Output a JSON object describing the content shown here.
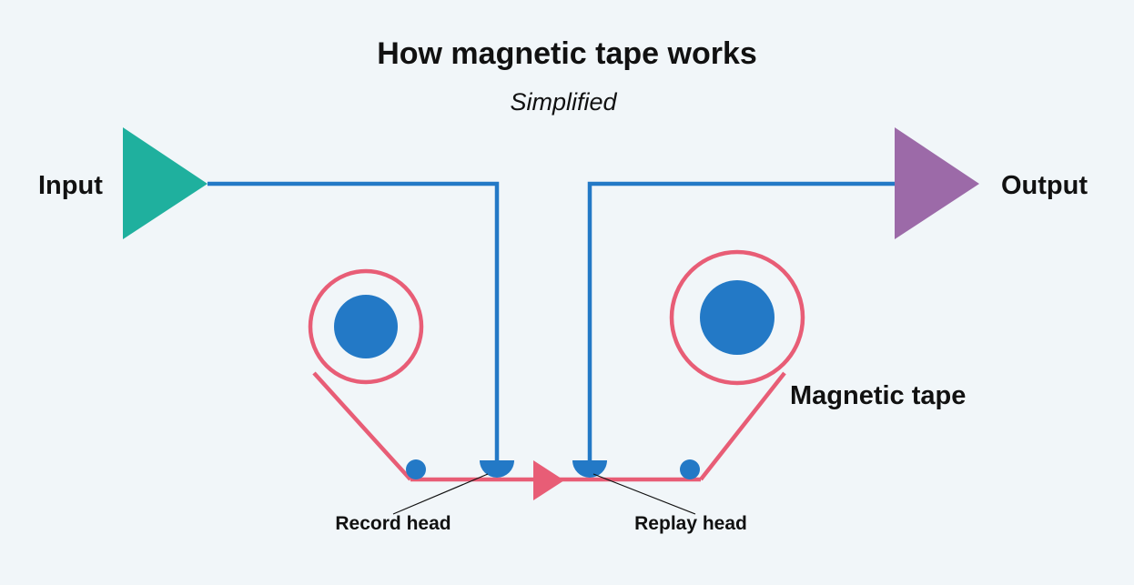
{
  "title": "How magnetic tape works",
  "subtitle": "Simplified",
  "labels": {
    "input": "Input",
    "output": "Output",
    "tape": "Magnetic tape",
    "record_head": "Record head",
    "replay_head": "Replay head"
  },
  "colors": {
    "background": "#f1f6f9",
    "input_amp": "#1fb09e",
    "output_amp": "#9c6aa8",
    "signal_wire": "#2379c6",
    "tape": "#e85d76",
    "reel_hub": "#2379c6"
  }
}
